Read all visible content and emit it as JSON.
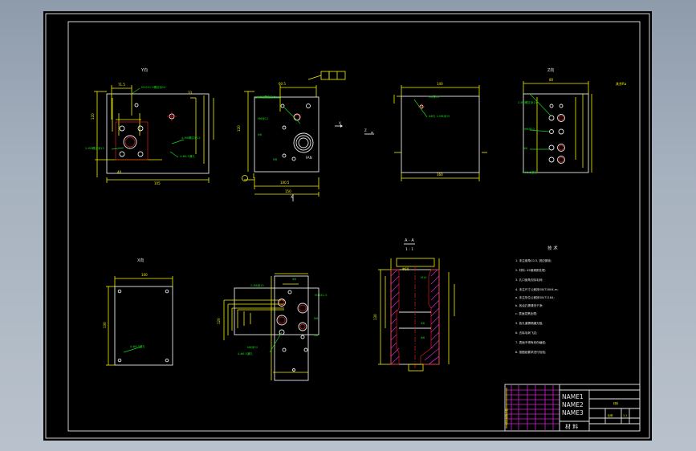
{
  "views": {
    "top_left_title": "Y向",
    "top_right_title": "Z向",
    "bottom_left_title": "X向",
    "section_title": "A - A",
    "section_ratio": "1 : 1",
    "axis_x": "X",
    "axis_z": "Z",
    "other_note": "其余Ra"
  },
  "notes": {
    "title": "技  术",
    "lines": [
      "1. 未注倒角C0.5, 锐边倒钝;",
      "2. 材料: 45钢调质处理;",
      "3. 孔口倒角去除毛刺;",
      "4. 未注尺寸公差按GB/T1804-m;",
      "   a. 未注形位公差按GB/T1184;",
      "   b. 各油孔需清洗干净;",
      "   c. 表面发黑处理;",
      "5. 各孔道需畅通无阻;",
      "6. 去除毛刺飞边;",
      "7. 表面不得有划伤磕碰;",
      "8. 按图纸要求进行检验;"
    ]
  },
  "title_block": {
    "names": [
      "NAME1",
      "NAME2",
      "NAME3"
    ],
    "material": "材 料"
  }
}
